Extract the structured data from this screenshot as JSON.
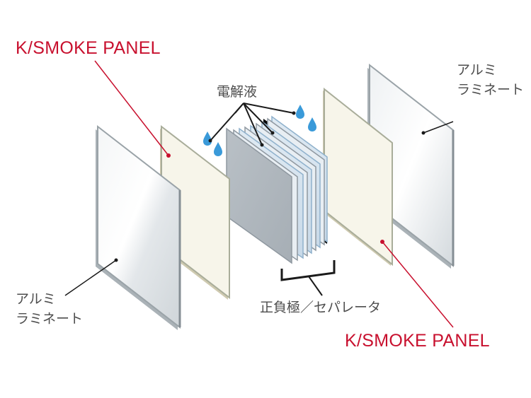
{
  "labels": {
    "smoke_panel_top": "K/SMOKE PANEL",
    "smoke_panel_bottom": "K/SMOKE PANEL",
    "electrolyte": "電解液",
    "electrode_separator": "正負極／セパレータ",
    "alu_right_line1": "アルミ",
    "alu_right_line2": "ラミネート",
    "alu_left_line1": "アルミ",
    "alu_left_line2": "ラミネート"
  },
  "colors": {
    "accent_red": "#c8102e",
    "text_gray": "#4d4d4d",
    "panel_edge": "#9aa3a8",
    "smoke_panel_fill": "#f7f5ea",
    "droplet_blue": "#3a9ad9"
  },
  "icons": [
    "water-drop-icon"
  ]
}
